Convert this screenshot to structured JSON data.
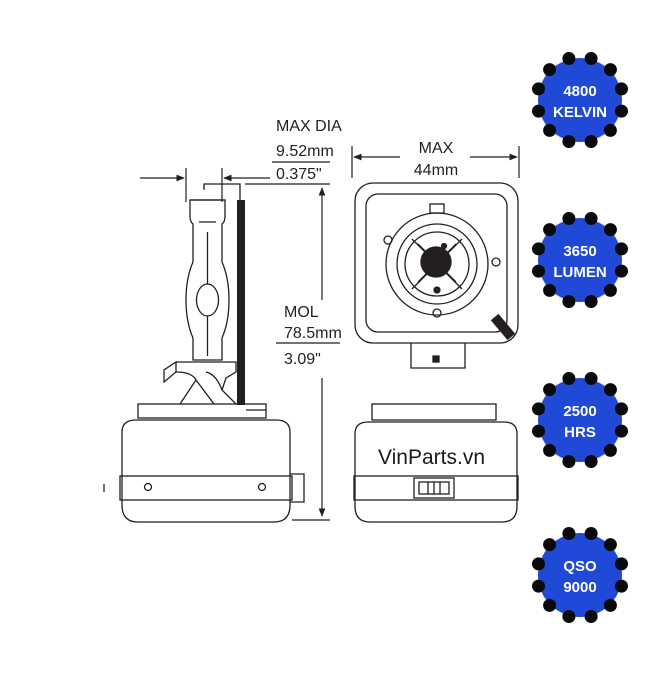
{
  "colors": {
    "line": "#231f20",
    "badge_fill": "#1f49d6",
    "badge_dot": "#0a0a0a",
    "background": "#ffffff"
  },
  "dimensions": {
    "max_dia": {
      "label": "MAX DIA",
      "metric": "9.52mm",
      "imperial": "0.375\""
    },
    "max_width": {
      "label": "MAX",
      "metric": "44mm"
    },
    "mol": {
      "label": "MOL",
      "metric": "78.5mm",
      "imperial": "3.09\""
    }
  },
  "watermark": "VinParts.vn",
  "badges": [
    {
      "line1": "4800",
      "line2": "KELVIN",
      "icon": "badge-gear-icon"
    },
    {
      "line1": "3650",
      "line2": "LUMEN",
      "icon": "badge-gear-icon"
    },
    {
      "line1": "2500",
      "line2": "HRS",
      "icon": "badge-gear-icon"
    },
    {
      "line1": "QSO",
      "line2": "9000",
      "icon": "badge-gear-icon"
    }
  ]
}
